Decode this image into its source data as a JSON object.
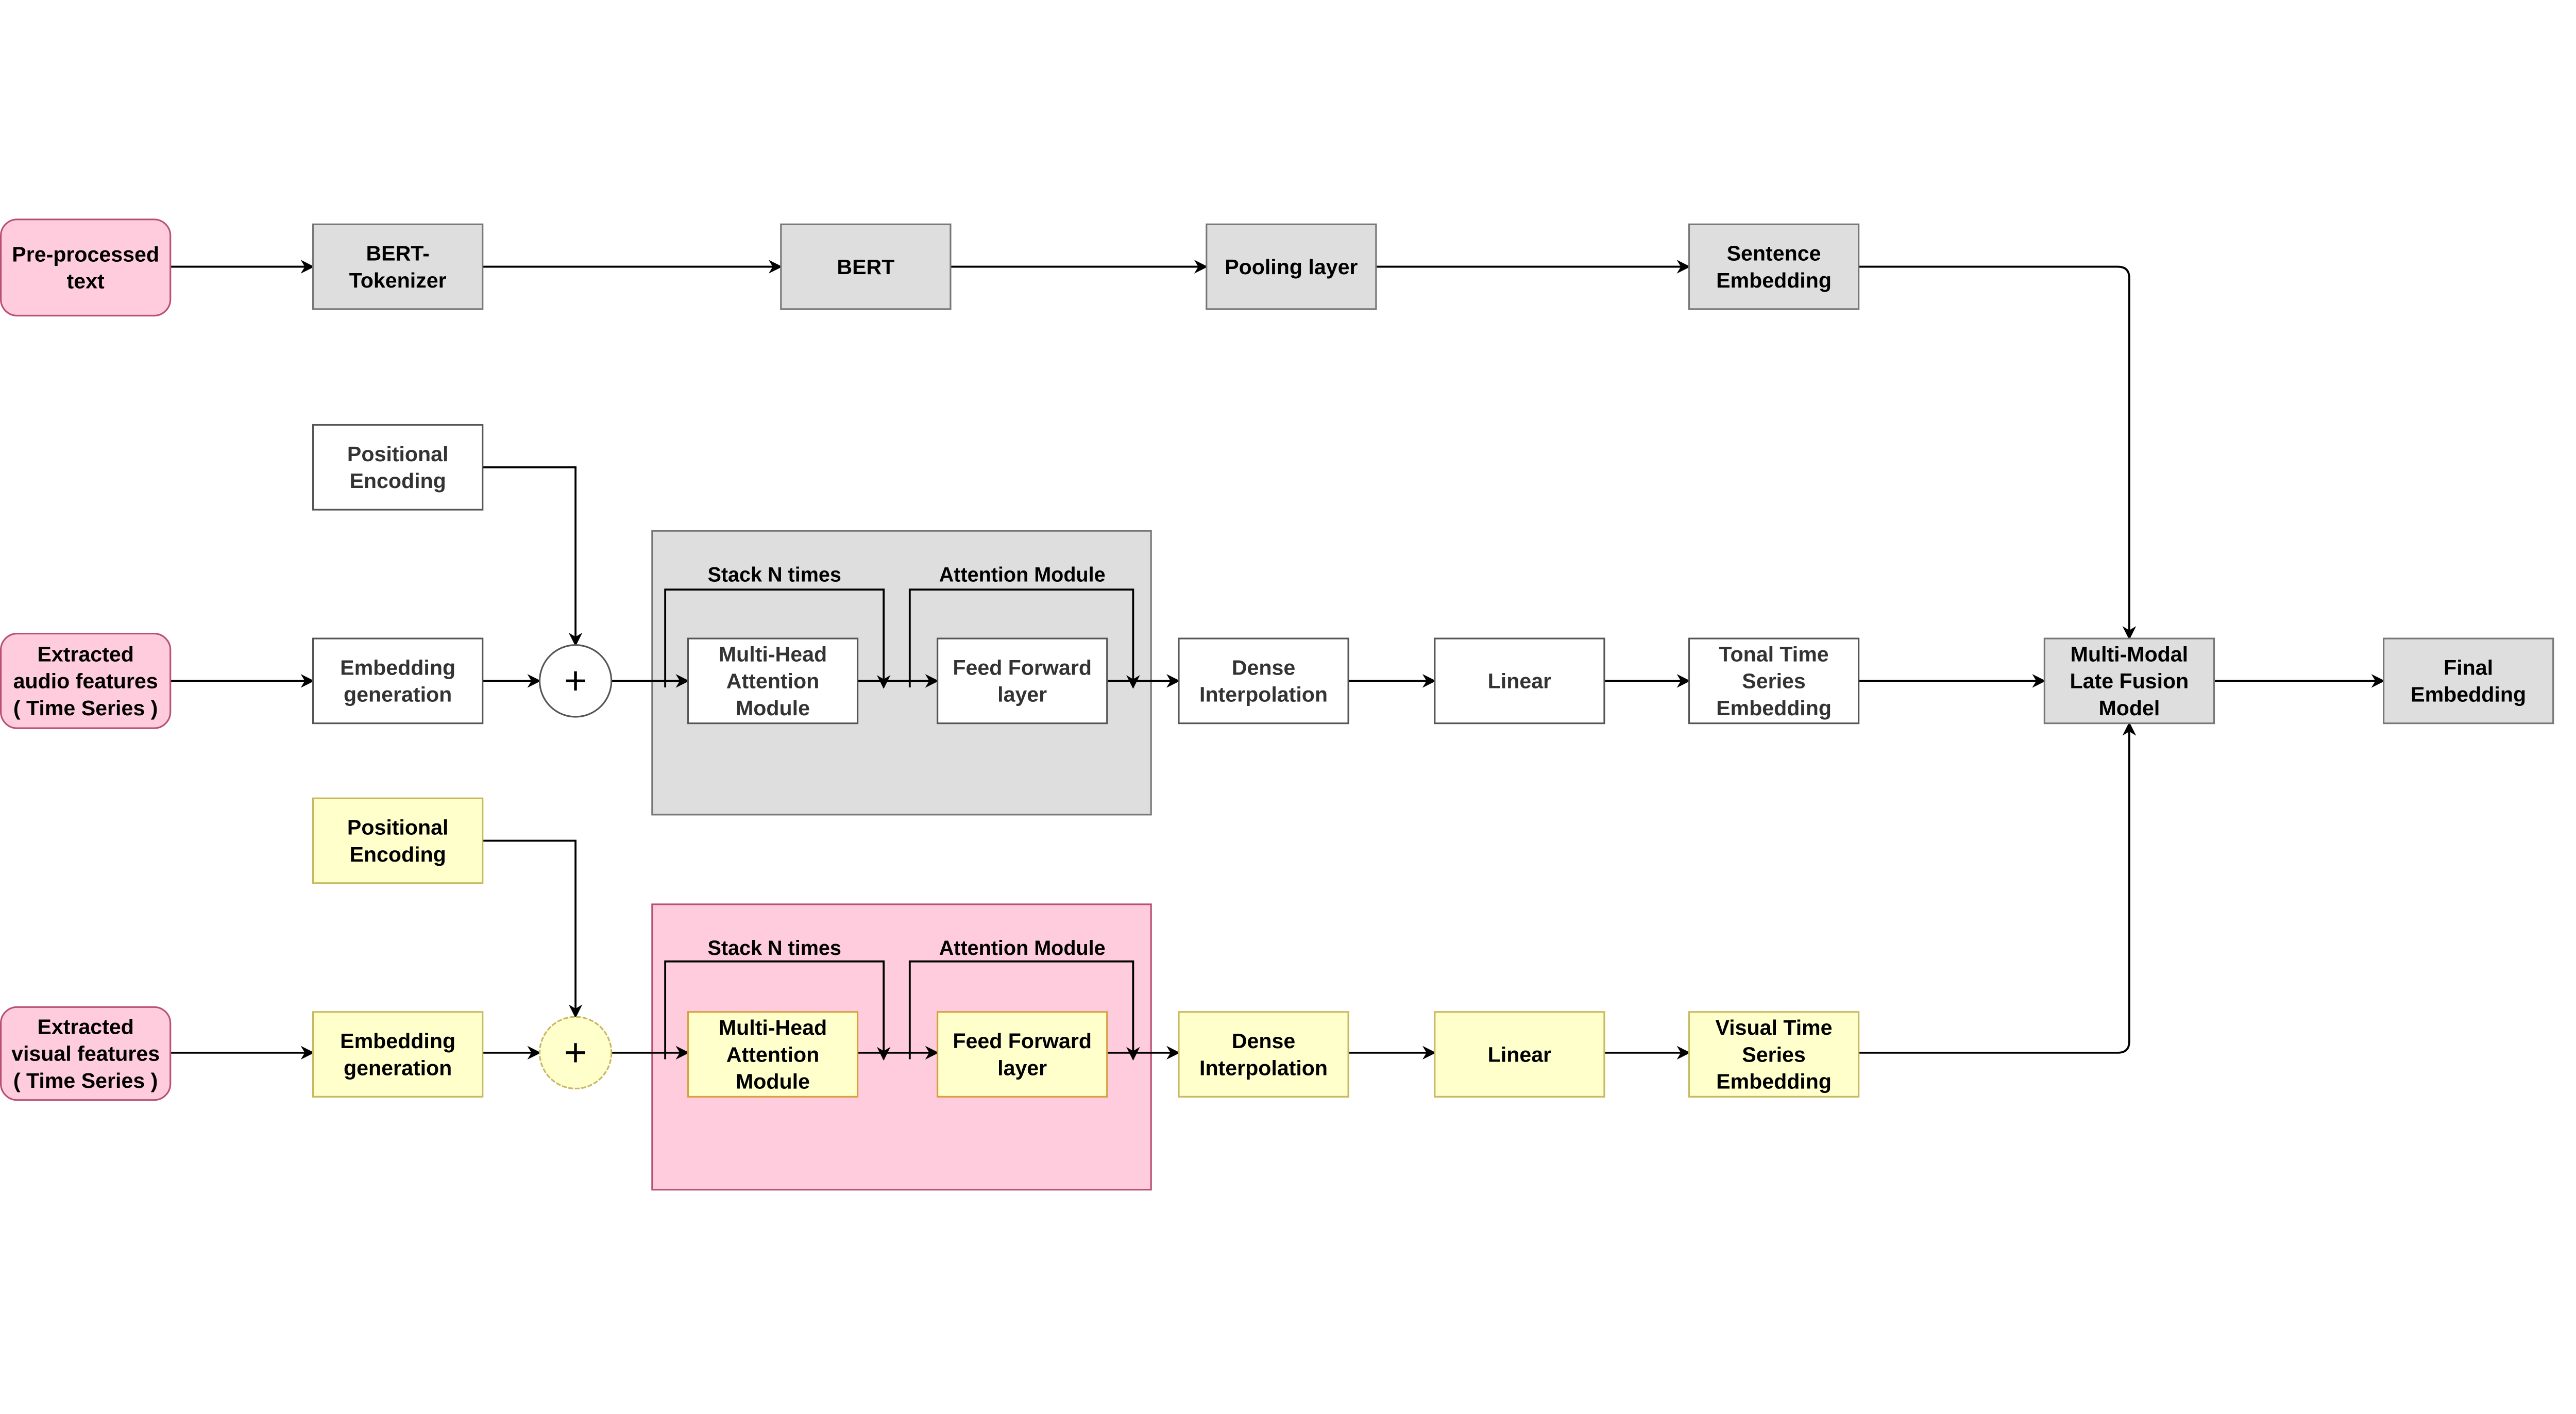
{
  "colors": {
    "input_fill": "#ffccdd",
    "input_stroke": "#b85070",
    "gray_fill": "#dedede",
    "gray_stroke": "#777777",
    "white_fill": "#ffffff",
    "yellow_fill": "#ffffcc",
    "yellow_stroke": "#c8b860",
    "pink_container_fill": "#ffccdd",
    "pink_container_stroke": "#b85070",
    "edge": "#000000"
  },
  "text_branch": {
    "input": [
      "Pre-processed",
      "text"
    ],
    "tokenizer": [
      "BERT-",
      "Tokenizer"
    ],
    "bert": [
      "BERT"
    ],
    "pooling": [
      "Pooling layer"
    ],
    "sentence_embedding": [
      "Sentence",
      "Embedding"
    ]
  },
  "audio_branch": {
    "positional_encoding": [
      "Positional",
      "Encoding"
    ],
    "input": [
      "Extracted",
      "audio features",
      "( Time Series )"
    ],
    "embedding_generation": [
      "Embedding",
      "generation"
    ],
    "add_symbol": "+",
    "stack_label": "Stack N times",
    "attention_label": "Attention Module",
    "multi_head": [
      "Multi-Head",
      "Attention",
      "Module"
    ],
    "feed_forward": [
      "Feed Forward",
      "layer"
    ],
    "dense": [
      "Dense",
      "Interpolation"
    ],
    "linear": [
      "Linear"
    ],
    "output": [
      "Tonal Time",
      "Series",
      "Embedding"
    ]
  },
  "visual_branch": {
    "positional_encoding": [
      "Positional",
      "Encoding"
    ],
    "input": [
      "Extracted",
      "visual features",
      "( Time Series )"
    ],
    "embedding_generation": [
      "Embedding",
      "generation"
    ],
    "add_symbol": "+",
    "stack_label": "Stack N times",
    "attention_label": "Attention Module",
    "multi_head": [
      "Multi-Head",
      "Attention",
      "Module"
    ],
    "feed_forward": [
      "Feed Forward",
      "layer"
    ],
    "dense": [
      "Dense",
      "Interpolation"
    ],
    "linear": [
      "Linear"
    ],
    "output": [
      "Visual Time",
      "Series",
      "Embedding"
    ]
  },
  "fusion": {
    "model": [
      "Multi-Modal",
      "Late Fusion",
      "Model"
    ],
    "final": [
      "Final",
      "Embedding"
    ]
  }
}
